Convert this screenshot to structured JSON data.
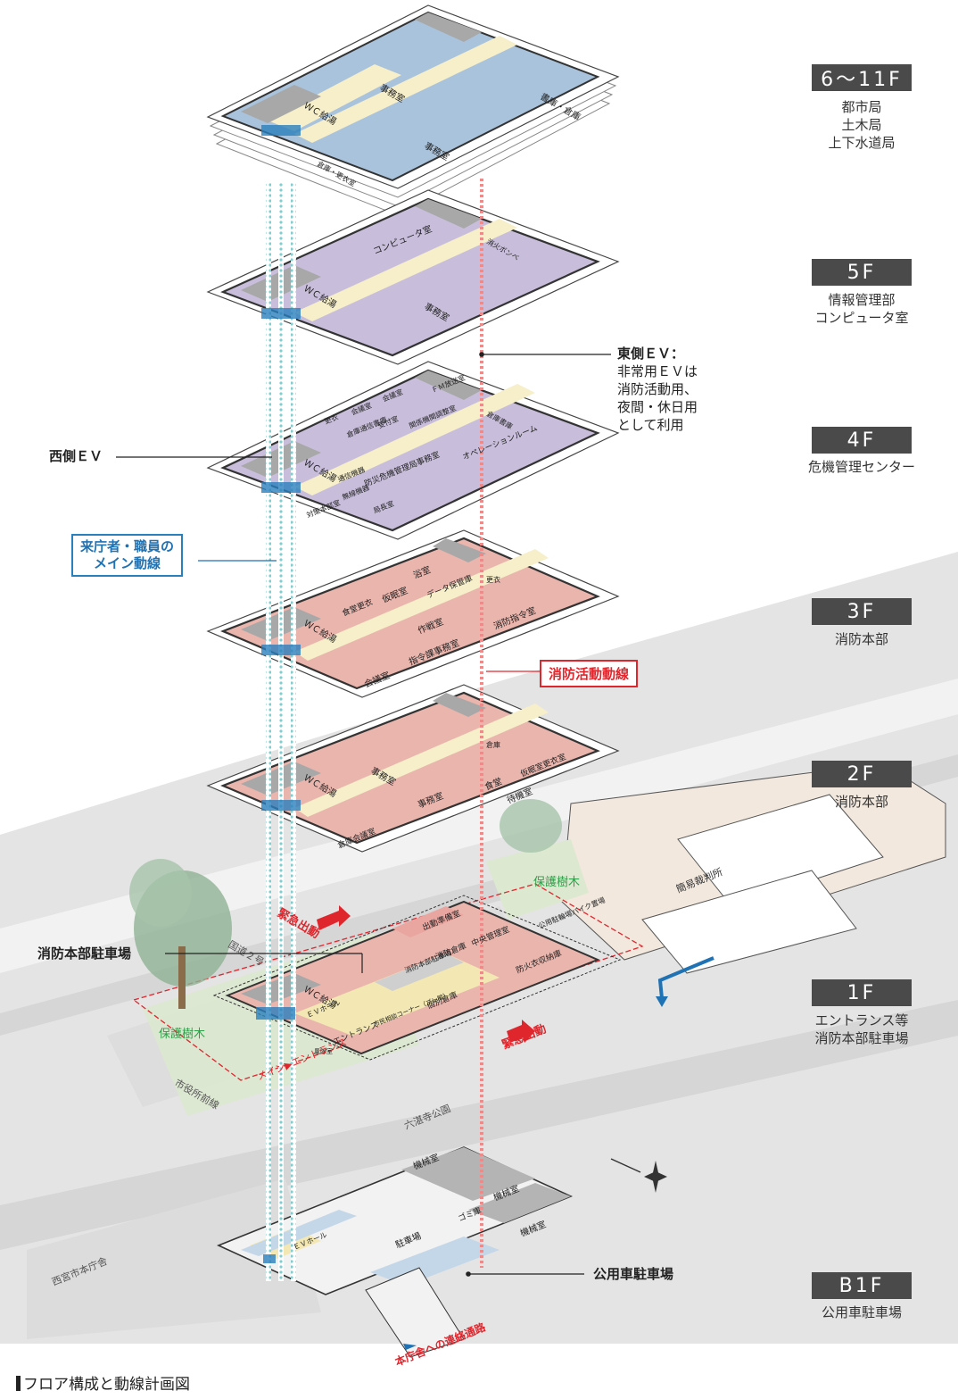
{
  "floors": [
    {
      "badge": "6〜11F",
      "lines": [
        "都市局",
        "土木局",
        "上下水道局"
      ]
    },
    {
      "badge": "5F",
      "lines": [
        "情報管理部",
        "コンピュータ室"
      ]
    },
    {
      "badge": "4F",
      "lines": [
        "危機管理センター"
      ]
    },
    {
      "badge": "3F",
      "lines": [
        "消防本部"
      ]
    },
    {
      "badge": "2F",
      "lines": [
        "消防本部"
      ]
    },
    {
      "badge": "1F",
      "lines": [
        "エントランス等",
        "消防本部駐車場"
      ]
    },
    {
      "badge": "B1F",
      "lines": [
        "公用車駐車場"
      ]
    }
  ],
  "callouts": {
    "east_ev_title": "東側ＥＶ：",
    "east_ev_lines": [
      "非常用ＥＶは",
      "消防活動用、",
      "夜間・休日用",
      "として利用"
    ],
    "west_ev": "西側ＥＶ",
    "main_flow": [
      "来庁者・職員の",
      "メイン動線"
    ],
    "fire_flow": "消防活動動線",
    "fire_parking": "消防本部駐車場",
    "b1_parking": "公用車駐車場"
  },
  "map_labels": {
    "protected_tree_1": "保護樹木",
    "protected_tree_2": "保護樹木",
    "emergency_exit_1": "緊急出動",
    "emergency_exit_2": "緊急出動",
    "main_entrance": "メイン▶エントランス",
    "route2": "国道２号",
    "court": "簡易裁判所",
    "park": "六湛寺公園",
    "city_hall": "西宮市本庁舎",
    "bldg_to_left": "市役所前線",
    "connection": "本庁舎への連絡通路"
  },
  "rooms": {
    "f6": [
      "事務室",
      "事務室",
      "書庫・倉庫",
      "ＷＣ給湯",
      "倉庫・更衣室"
    ],
    "f5": [
      "コンピュータ室",
      "事務室",
      "ＷＣ給湯",
      "消火ボンベ"
    ],
    "f4": [
      "オペレーションルーム",
      "防災危機管理局事務室",
      "関係機関調整室",
      "倉庫通信書庫",
      "受付室",
      "更衣",
      "会議室",
      "会議室",
      "ＦＭ放送室",
      "通信機器",
      "無線機器",
      "対策本部室",
      "局長室",
      "ＷＣ給湯",
      "倉庫書庫"
    ],
    "f3": [
      "消防指令室",
      "指令課事務室",
      "作戦室",
      "会議室",
      "仮眠室",
      "食堂更衣",
      "浴室",
      "データ保管庫",
      "更衣",
      "ＷＣ給湯"
    ],
    "f2": [
      "事務室",
      "事務室",
      "食堂",
      "仮眠室更衣室",
      "待機室",
      "倉庫会議室",
      "ＷＣ給湯",
      "倉庫"
    ],
    "f1": [
      "出動準備室",
      "消防倉庫",
      "中央管理室",
      "防火衣収納庫",
      "消防本部駐車場",
      "個別倉庫",
      "エントランス",
      "市民相談コーナー（ブレ館）",
      "ＥＶホール",
      "ＷＣ給湯",
      "公用駐輪場バイク置場",
      "風除室"
    ],
    "b1": [
      "機械室",
      "機械室",
      "機械室",
      "ゴミ庫",
      "駐車場",
      "ＥＶホール"
    ]
  },
  "caption": "フロア構成と動線計画図",
  "colors": {
    "office_blue": "#a9c3dc",
    "computer_purple": "#c8bedb",
    "fire_pink": "#eab5ad",
    "corridor_cream": "#f6efc9",
    "core_gray": "#a8a8a8",
    "red_route": "#e0262d",
    "blue_route": "#1f72b4",
    "teal_ev": "#74c7c9",
    "green_tree": "#2f9e49",
    "ground": "#e3e3e3"
  }
}
